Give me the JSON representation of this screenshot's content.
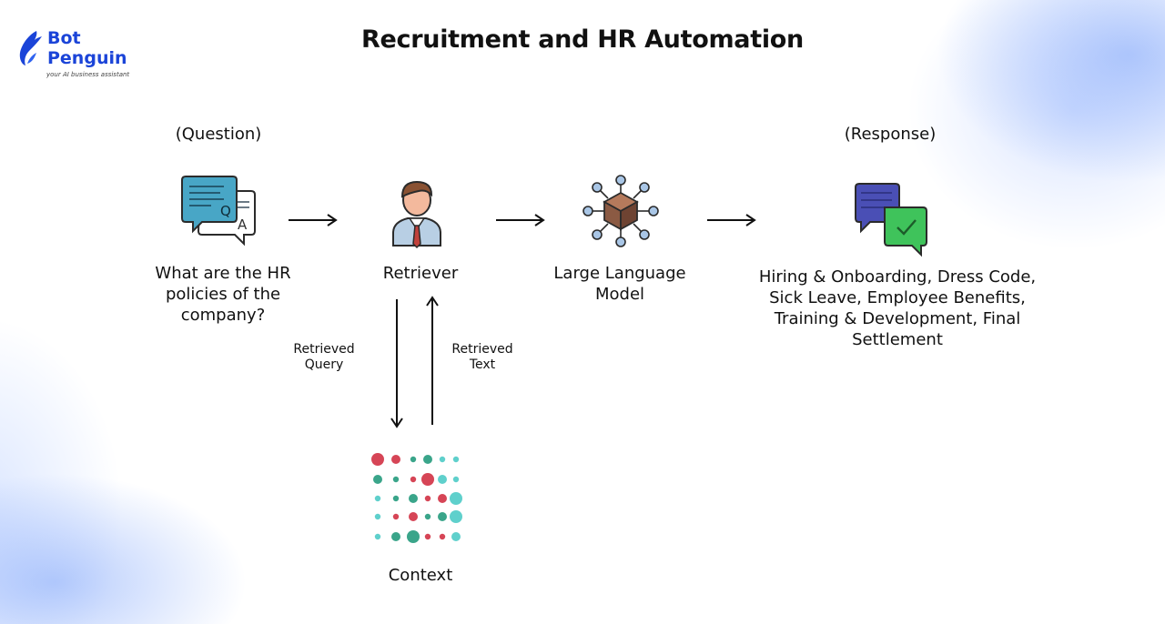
{
  "title": "Recruitment and HR Automation",
  "logo": {
    "line1": "Bot",
    "line2": "Penguin",
    "tagline": "your AI business assistant"
  },
  "labels": {
    "question_tag": "(Question)",
    "response_tag": "(Response)",
    "question": "What are the HR policies of the company?",
    "retriever": "Retriever",
    "llm": "Large Language Model",
    "response": "Hiring & Onboarding, Dress Code, Sick Leave, Employee Benefits, Training & Development, Final Settlement",
    "retrieved_query": "Retrieved Query",
    "retrieved_text": "Retrieved Text",
    "context": "Context"
  },
  "colors": {
    "logo_blue": "#1b44d8",
    "chat_teal": "#48a6c6",
    "response_blue": "#4a4fb5",
    "response_green": "#3fc35b",
    "cube_brown": "#8b5a43",
    "network_blue": "#a9c6e6",
    "dot_red": "#d64556",
    "dot_green": "#3aa58a",
    "dot_cyan": "#5fd0cc"
  },
  "icons": [
    "penguin-logo-icon",
    "qa-chat-icon",
    "retriever-person-icon",
    "llm-network-icon",
    "response-chat-icon",
    "context-dots-icon"
  ],
  "context_grid": [
    [
      "r3",
      "r2",
      "g1",
      "g2",
      "c1",
      "c1"
    ],
    [
      "g2",
      "g1",
      "r1",
      "r3",
      "c2",
      "c1"
    ],
    [
      "c1",
      "g1",
      "g2",
      "r1",
      "r2",
      "c3"
    ],
    [
      "c1",
      "r1",
      "r2",
      "g1",
      "g2",
      "c3"
    ],
    [
      "c1",
      "g2",
      "g3",
      "r1",
      "r1",
      "c2"
    ]
  ]
}
